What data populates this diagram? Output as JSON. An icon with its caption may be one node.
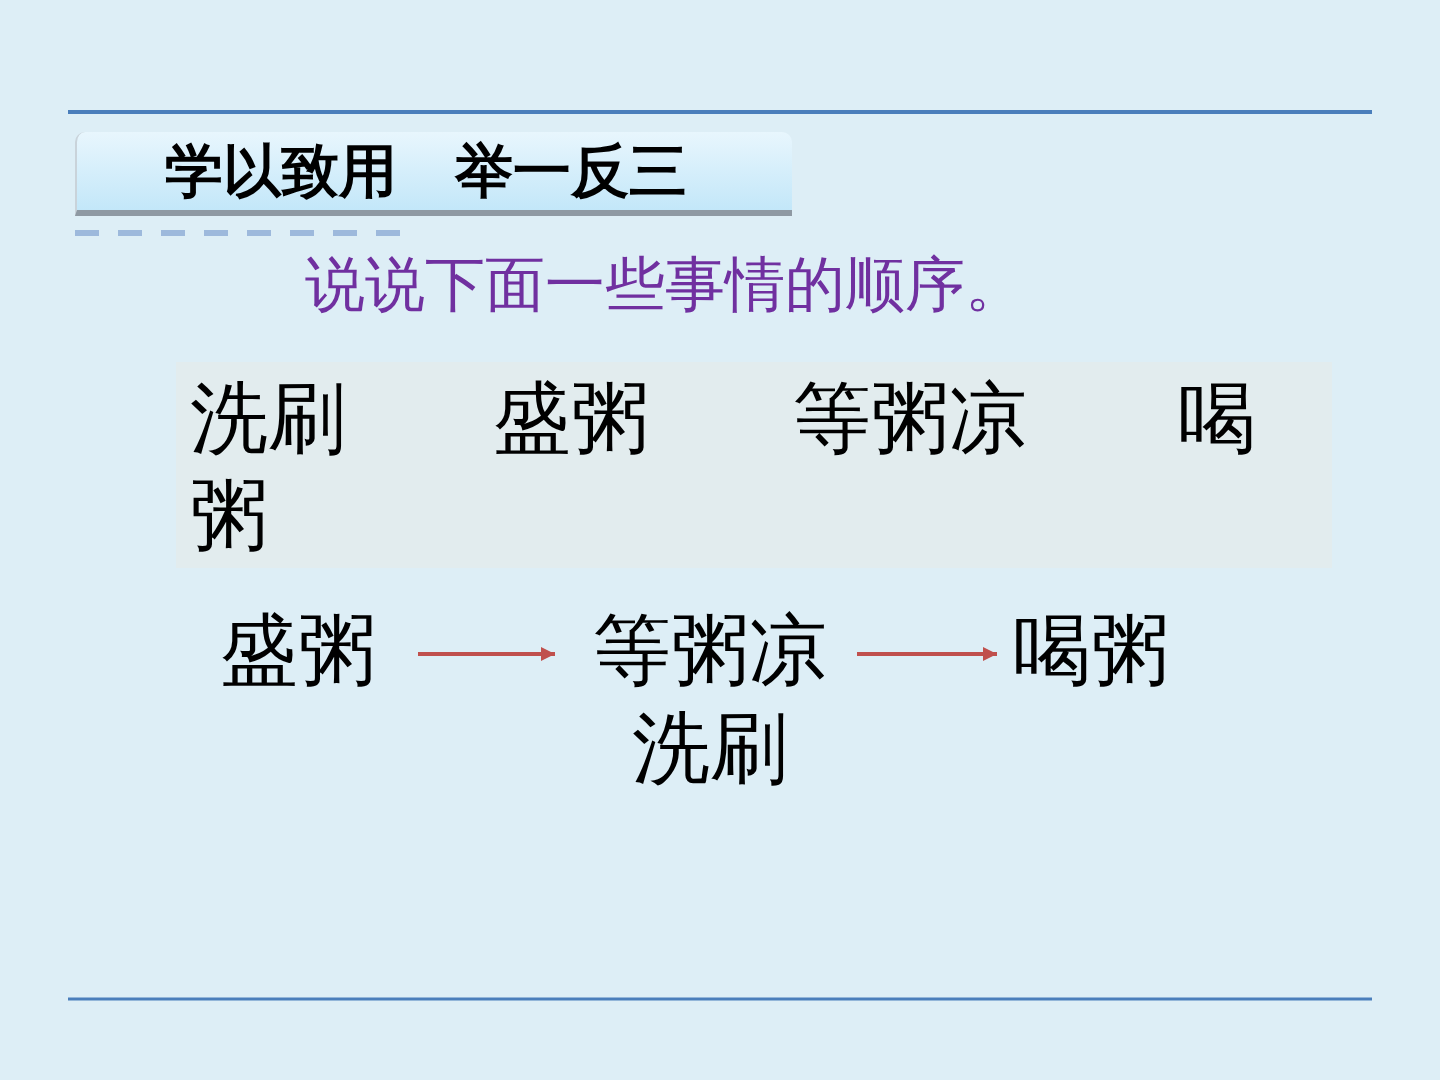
{
  "diagram": {
    "title": "学以致用　举一反三",
    "nodes": [
      {
        "text": [
          "洗刷粥",
          "盛粥",
          "等粥凉",
          "喝"
        ]
      },
      {
        "text": [
          "盛粥"
        ]
      },
      {
        "text": [
          "等粥凉",
          "洗刷"
        ]
      },
      {
        "text": [
          "喝粥"
        ]
      }
    ],
    "edges": [
      {
        "from": 1,
        "to": 2,
        "arrow": "to"
      },
      {
        "from": 2,
        "to": 3,
        "arrow": "to"
      }
    ],
    "labels": [
      "说说下面一些事情的顺序。"
    ]
  }
}
